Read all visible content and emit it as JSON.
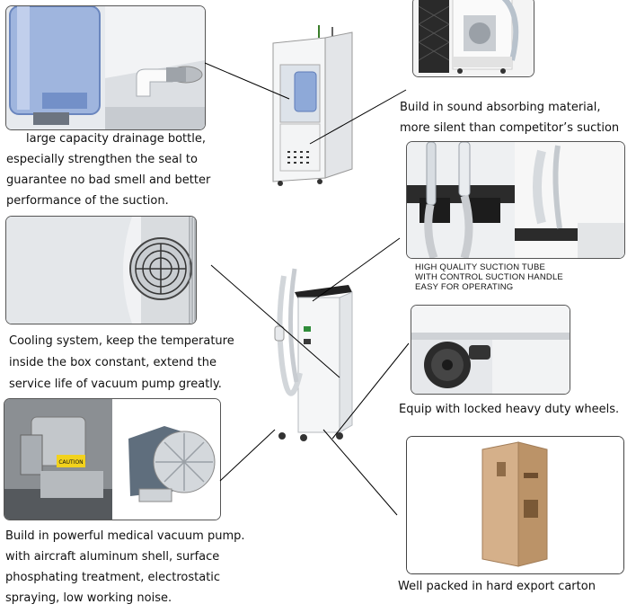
{
  "captions": {
    "drainage": [
      "large capacity drainage bottle,",
      "especially strengthen the seal to",
      "guarantee no bad smell and better",
      "performance of the suction."
    ],
    "sound": [
      "Build in sound absorbing material,",
      "more silent than competitor’s suction"
    ],
    "tube": [
      "HIGH QUALITY SUCTION TUBE",
      "WITH CONTROL SUCTION HANDLE",
      "EASY FOR OPERATING"
    ],
    "cooling": [
      "Cooling system, keep the temperature",
      "inside the box constant, extend the",
      "service life of vacuum pump greatly."
    ],
    "wheels": [
      "Equip with locked heavy duty wheels."
    ],
    "pump": [
      "Build in powerful medical vacuum pump.",
      "with aircraft aluminum shell, surface",
      "phosphating treatment, electrostatic",
      "spraying, low working noise."
    ],
    "carton": [
      "Well packed in hard export carton"
    ]
  },
  "pump_label": "CAUTION",
  "colors": {
    "panel_border": "#555555",
    "cabinet": "#f4f5f6",
    "bottle": "#8fa9d6",
    "carton": "#c9a27a"
  }
}
